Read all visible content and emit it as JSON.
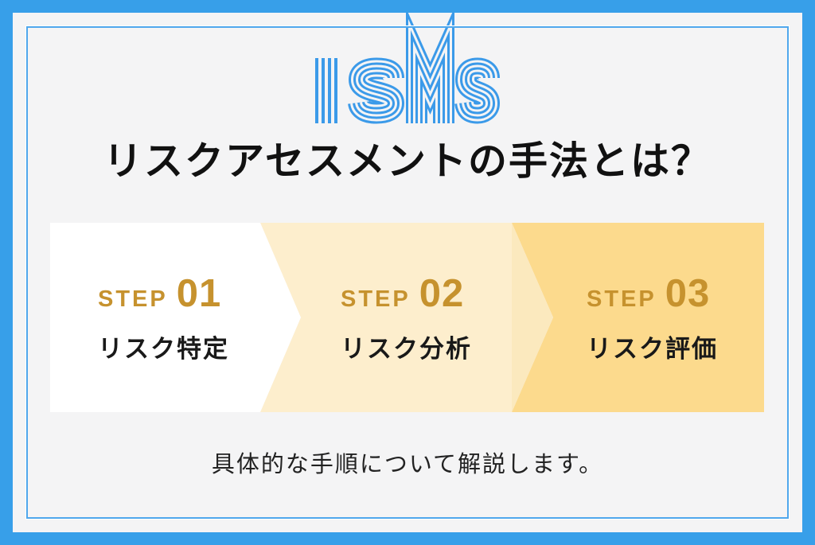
{
  "logo": {
    "text": "ISMS"
  },
  "title": "リスクアセスメントの手法とは？",
  "steps": [
    {
      "label": "STEP",
      "number": "01",
      "name": "リスク特定"
    },
    {
      "label": "STEP",
      "number": "02",
      "name": "リスク分析"
    },
    {
      "label": "STEP",
      "number": "03",
      "name": "リスク評価"
    }
  ],
  "caption": "具体的な手順について解説します。",
  "colors": {
    "frame_blue": "#379FE9",
    "inner_line_blue": "#4FA7EC",
    "background": "#F4F4F5",
    "logo_blue": "#3B9AE9",
    "step1_bg": "#FFFFFF",
    "step2_bg": "#FDEECD",
    "step2_tip": "#FBE9BE",
    "step3_bg": "#FCDA8D",
    "accent_gold": "#C6922E",
    "text_dark": "#191919"
  }
}
